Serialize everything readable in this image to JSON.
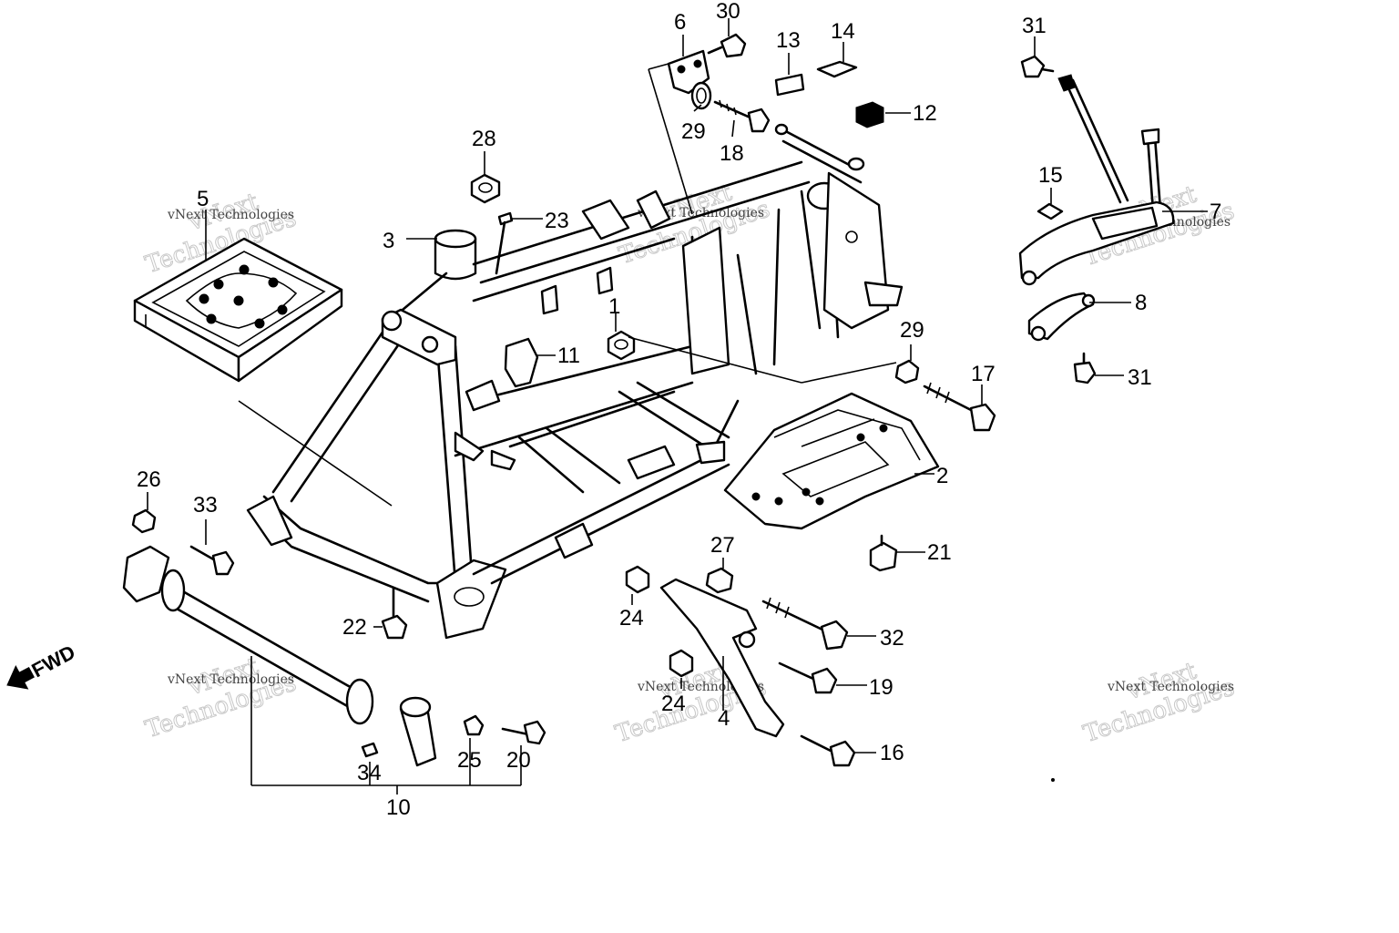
{
  "diagram": {
    "callouts": [
      {
        "id": "c1",
        "text": "1"
      },
      {
        "id": "c2",
        "text": "2"
      },
      {
        "id": "c3",
        "text": "3"
      },
      {
        "id": "c4",
        "text": "4"
      },
      {
        "id": "c5",
        "text": "5"
      },
      {
        "id": "c6",
        "text": "6"
      },
      {
        "id": "c7",
        "text": "7"
      },
      {
        "id": "c8",
        "text": "8"
      },
      {
        "id": "c10",
        "text": "10"
      },
      {
        "id": "c11",
        "text": "11"
      },
      {
        "id": "c12",
        "text": "12"
      },
      {
        "id": "c13",
        "text": "13"
      },
      {
        "id": "c14",
        "text": "14"
      },
      {
        "id": "c15",
        "text": "15"
      },
      {
        "id": "c16",
        "text": "16"
      },
      {
        "id": "c17",
        "text": "17"
      },
      {
        "id": "c18",
        "text": "18"
      },
      {
        "id": "c19",
        "text": "19"
      },
      {
        "id": "c20",
        "text": "20"
      },
      {
        "id": "c21",
        "text": "21"
      },
      {
        "id": "c22",
        "text": "22"
      },
      {
        "id": "c23",
        "text": "23"
      },
      {
        "id": "c24a",
        "text": "24"
      },
      {
        "id": "c24b",
        "text": "24"
      },
      {
        "id": "c25",
        "text": "25"
      },
      {
        "id": "c26",
        "text": "26"
      },
      {
        "id": "c27",
        "text": "27"
      },
      {
        "id": "c28",
        "text": "28"
      },
      {
        "id": "c29a",
        "text": "29"
      },
      {
        "id": "c29b",
        "text": "29"
      },
      {
        "id": "c30",
        "text": "30"
      },
      {
        "id": "c31a",
        "text": "31"
      },
      {
        "id": "c31b",
        "text": "31"
      },
      {
        "id": "c32",
        "text": "32"
      },
      {
        "id": "c33",
        "text": "33"
      },
      {
        "id": "c34",
        "text": "34"
      }
    ],
    "direction_label": "FWD",
    "watermark": {
      "brand": "vNext",
      "line1": "Technologies",
      "small": "vNext Technologies"
    }
  }
}
